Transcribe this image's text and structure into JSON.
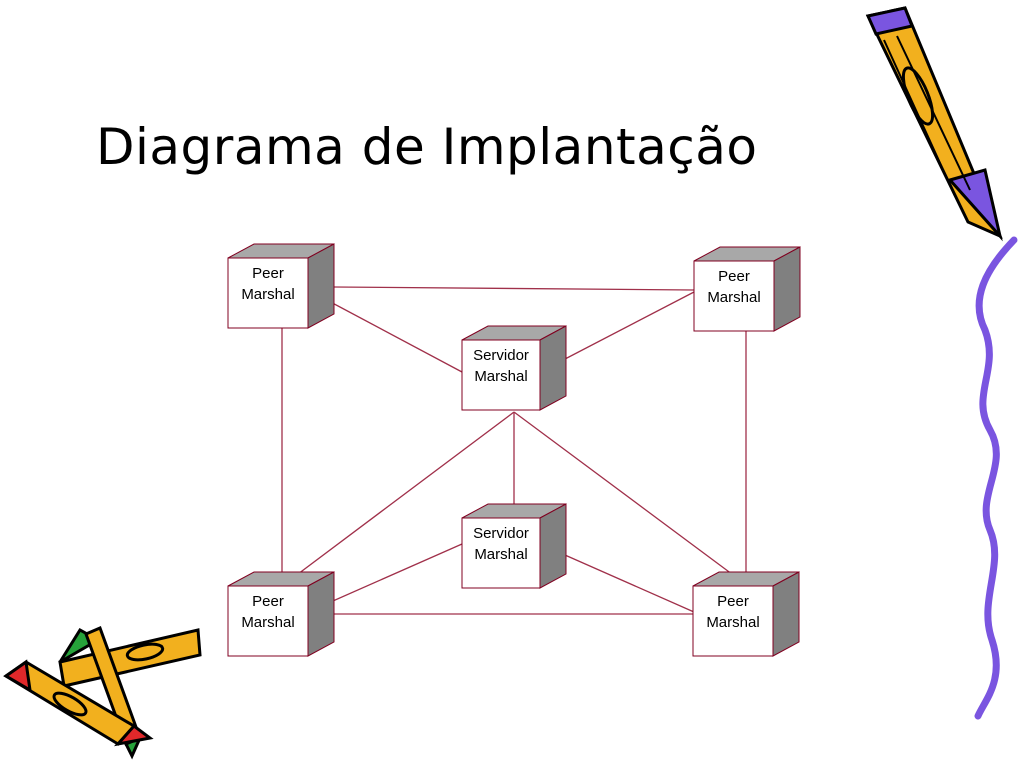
{
  "slide": {
    "title": "Diagrama de Implantação"
  },
  "diagram": {
    "nodes": [
      {
        "id": "peer-tl",
        "line1": "Peer",
        "line2": "Marshal"
      },
      {
        "id": "peer-tr",
        "line1": "Peer",
        "line2": "Marshal"
      },
      {
        "id": "server-top",
        "line1": "Servidor",
        "line2": "Marshal"
      },
      {
        "id": "server-bottom",
        "line1": "Servidor",
        "line2": "Marshal"
      },
      {
        "id": "peer-bl",
        "line1": "Peer",
        "line2": "Marshal"
      },
      {
        "id": "peer-br",
        "line1": "Peer",
        "line2": "Marshal"
      }
    ],
    "edges": [
      [
        "peer-tl",
        "peer-tr"
      ],
      [
        "peer-tl",
        "server-top"
      ],
      [
        "peer-tr",
        "server-top"
      ],
      [
        "peer-tl",
        "peer-bl"
      ],
      [
        "peer-tr",
        "peer-br"
      ],
      [
        "server-top",
        "peer-bl"
      ],
      [
        "server-top",
        "peer-br"
      ],
      [
        "server-top",
        "server-bottom"
      ],
      [
        "server-bottom",
        "peer-bl"
      ],
      [
        "server-bottom",
        "peer-br"
      ],
      [
        "peer-bl",
        "peer-br"
      ]
    ],
    "colors": {
      "edge": "#a0304a",
      "node_border": "#800020",
      "node_face": "#ffffff",
      "node_side": "#808080",
      "node_top": "#a8a8a8"
    }
  },
  "decorations": {
    "icons": [
      "pencil-icon-top-right",
      "pencils-icon-bottom-left",
      "squiggle-border-right"
    ]
  }
}
